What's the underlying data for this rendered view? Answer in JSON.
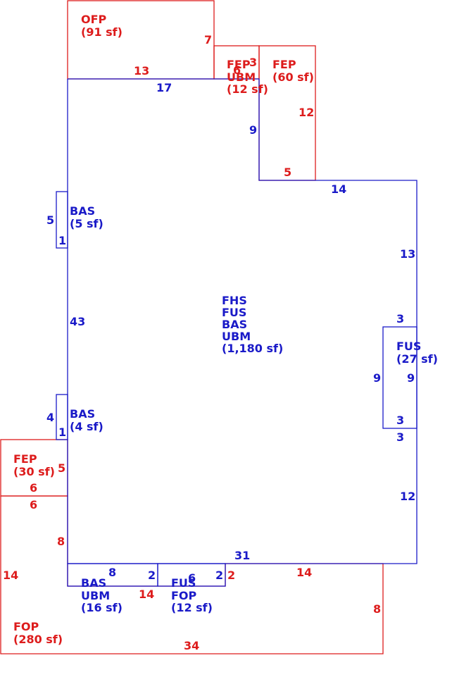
{
  "colors": {
    "blue": "#1a1ac8",
    "red": "#dd1c1c",
    "background": "#ffffff"
  },
  "areas": {
    "ofp": {
      "code": "OFP",
      "area": "(91 sf)"
    },
    "fep_upper_small": {
      "code1": "FEP",
      "code2": "UBM",
      "area": "(12 sf)"
    },
    "fep_upper_right": {
      "code": "FEP",
      "area": "(60 sf)"
    },
    "main": {
      "codes": [
        "FHS",
        "FUS",
        "BAS",
        "UBM"
      ],
      "area": "(1,180 sf)"
    },
    "bas_upper": {
      "code": "BAS",
      "area": "(5 sf)"
    },
    "bas_lower": {
      "code": "BAS",
      "area": "(4 sf)"
    },
    "fus_right": {
      "code": "FUS",
      "area": "(27 sf)"
    },
    "fep_left": {
      "code": "FEP",
      "area": "(30 sf)"
    },
    "bas_bottom": {
      "codes": [
        "BAS",
        "UBM"
      ],
      "area": "(16 sf)"
    },
    "fus_fop_bottom": {
      "codes": [
        "FUS",
        "FOP"
      ],
      "area": "(12 sf)"
    },
    "fop": {
      "code": "FOP",
      "area": "(280 sf)"
    }
  },
  "dimensions": {
    "ofp_right": "7",
    "ofp_bottom": "13",
    "main_top": "17",
    "fep_small_top": "3",
    "fep_small_left": "6",
    "fep_right_side": "12",
    "fep_right_bottom": "5",
    "main_notch_side": "9",
    "main_step_top": "14",
    "main_right_upper": "13",
    "main_left": "43",
    "bas_upper_side": "5",
    "bas_upper_width": "1",
    "bas_lower_side": "4",
    "bas_lower_width": "1",
    "fus_right_top": "3",
    "fus_right_left": "9",
    "fus_right_right": "9",
    "fus_right_bottom": "3",
    "main_right_mid": "3",
    "main_right_lower": "12",
    "main_bottom": "31",
    "fep_left_side": "5",
    "fep_left_bottom": "6",
    "fop_top_left": "6",
    "fop_left_upper": "8",
    "fop_left": "14",
    "bas_bottom_top": "8",
    "bas_bottom_side": "2",
    "bas_bottom_bottom": "14",
    "fus_bottom_top": "6",
    "fus_bottom_side": "2",
    "fop_step": "2",
    "fop_top_right": "14",
    "fop_right": "8",
    "fop_bottom": "34"
  }
}
